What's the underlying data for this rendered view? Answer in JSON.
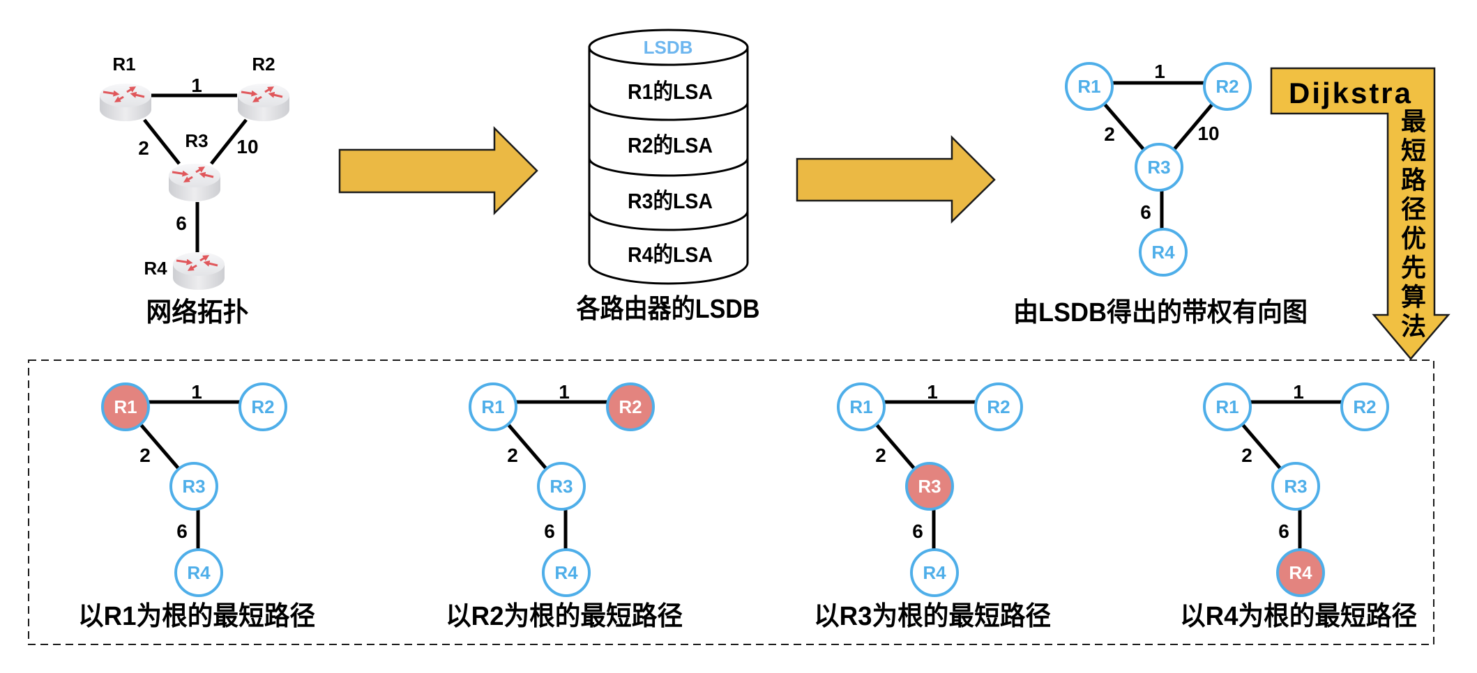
{
  "topology": {
    "caption": "网络拓扑",
    "routers": [
      "R1",
      "R2",
      "R3",
      "R4"
    ],
    "links": [
      {
        "from": "R1",
        "to": "R2",
        "cost": "1"
      },
      {
        "from": "R1",
        "to": "R3",
        "cost": "2"
      },
      {
        "from": "R2",
        "to": "R3",
        "cost": "10"
      },
      {
        "from": "R3",
        "to": "R4",
        "cost": "6"
      }
    ]
  },
  "flow_arrows": [
    {
      "icon": "right-arrow-icon",
      "from": "topology",
      "to": "lsdb"
    },
    {
      "icon": "right-arrow-icon",
      "from": "lsdb",
      "to": "weighted_graph"
    }
  ],
  "lsdb": {
    "title": "LSDB",
    "entries": [
      "R1的LSA",
      "R2的LSA",
      "R3的LSA",
      "R4的LSA"
    ],
    "caption": "各路由器的LSDB"
  },
  "weighted_graph": {
    "caption": "由LSDB得出的带权有向图",
    "nodes": [
      "R1",
      "R2",
      "R3",
      "R4"
    ],
    "edges": [
      {
        "from": "R1",
        "to": "R2",
        "cost": "1"
      },
      {
        "from": "R1",
        "to": "R3",
        "cost": "2"
      },
      {
        "from": "R2",
        "to": "R3",
        "cost": "10"
      },
      {
        "from": "R3",
        "to": "R4",
        "cost": "6"
      }
    ]
  },
  "algorithm": {
    "name": "Dijkstra",
    "description": "最短路径优先算法"
  },
  "spf_trees": [
    {
      "root": "R1",
      "caption": "以R1为根的最短路径",
      "nodes": [
        "R1",
        "R2",
        "R3",
        "R4"
      ],
      "edges": [
        {
          "from": "R1",
          "to": "R2",
          "cost": "1"
        },
        {
          "from": "R1",
          "to": "R3",
          "cost": "2"
        },
        {
          "from": "R3",
          "to": "R4",
          "cost": "6"
        }
      ]
    },
    {
      "root": "R2",
      "caption": "以R2为根的最短路径",
      "nodes": [
        "R1",
        "R2",
        "R3",
        "R4"
      ],
      "edges": [
        {
          "from": "R1",
          "to": "R2",
          "cost": "1"
        },
        {
          "from": "R1",
          "to": "R3",
          "cost": "2"
        },
        {
          "from": "R3",
          "to": "R4",
          "cost": "6"
        }
      ]
    },
    {
      "root": "R3",
      "caption": "以R3为根的最短路径",
      "nodes": [
        "R1",
        "R2",
        "R3",
        "R4"
      ],
      "edges": [
        {
          "from": "R1",
          "to": "R2",
          "cost": "1"
        },
        {
          "from": "R1",
          "to": "R3",
          "cost": "2"
        },
        {
          "from": "R3",
          "to": "R4",
          "cost": "6"
        }
      ]
    },
    {
      "root": "R4",
      "caption": "以R4为根的最短路径",
      "nodes": [
        "R1",
        "R2",
        "R3",
        "R4"
      ],
      "edges": [
        {
          "from": "R1",
          "to": "R2",
          "cost": "1"
        },
        {
          "from": "R1",
          "to": "R3",
          "cost": "2"
        },
        {
          "from": "R3",
          "to": "R4",
          "cost": "6"
        }
      ]
    }
  ],
  "colors": {
    "arrow_fill": "#EBB944",
    "algorithm_arrow_fill": "#F1C042",
    "node_stroke": "#4EAEE9",
    "node_label": "#4EAEE9",
    "root_fill": "#E3847F",
    "lsdb_title": "#6DB6EF",
    "router_arrow": "#E0575B"
  }
}
